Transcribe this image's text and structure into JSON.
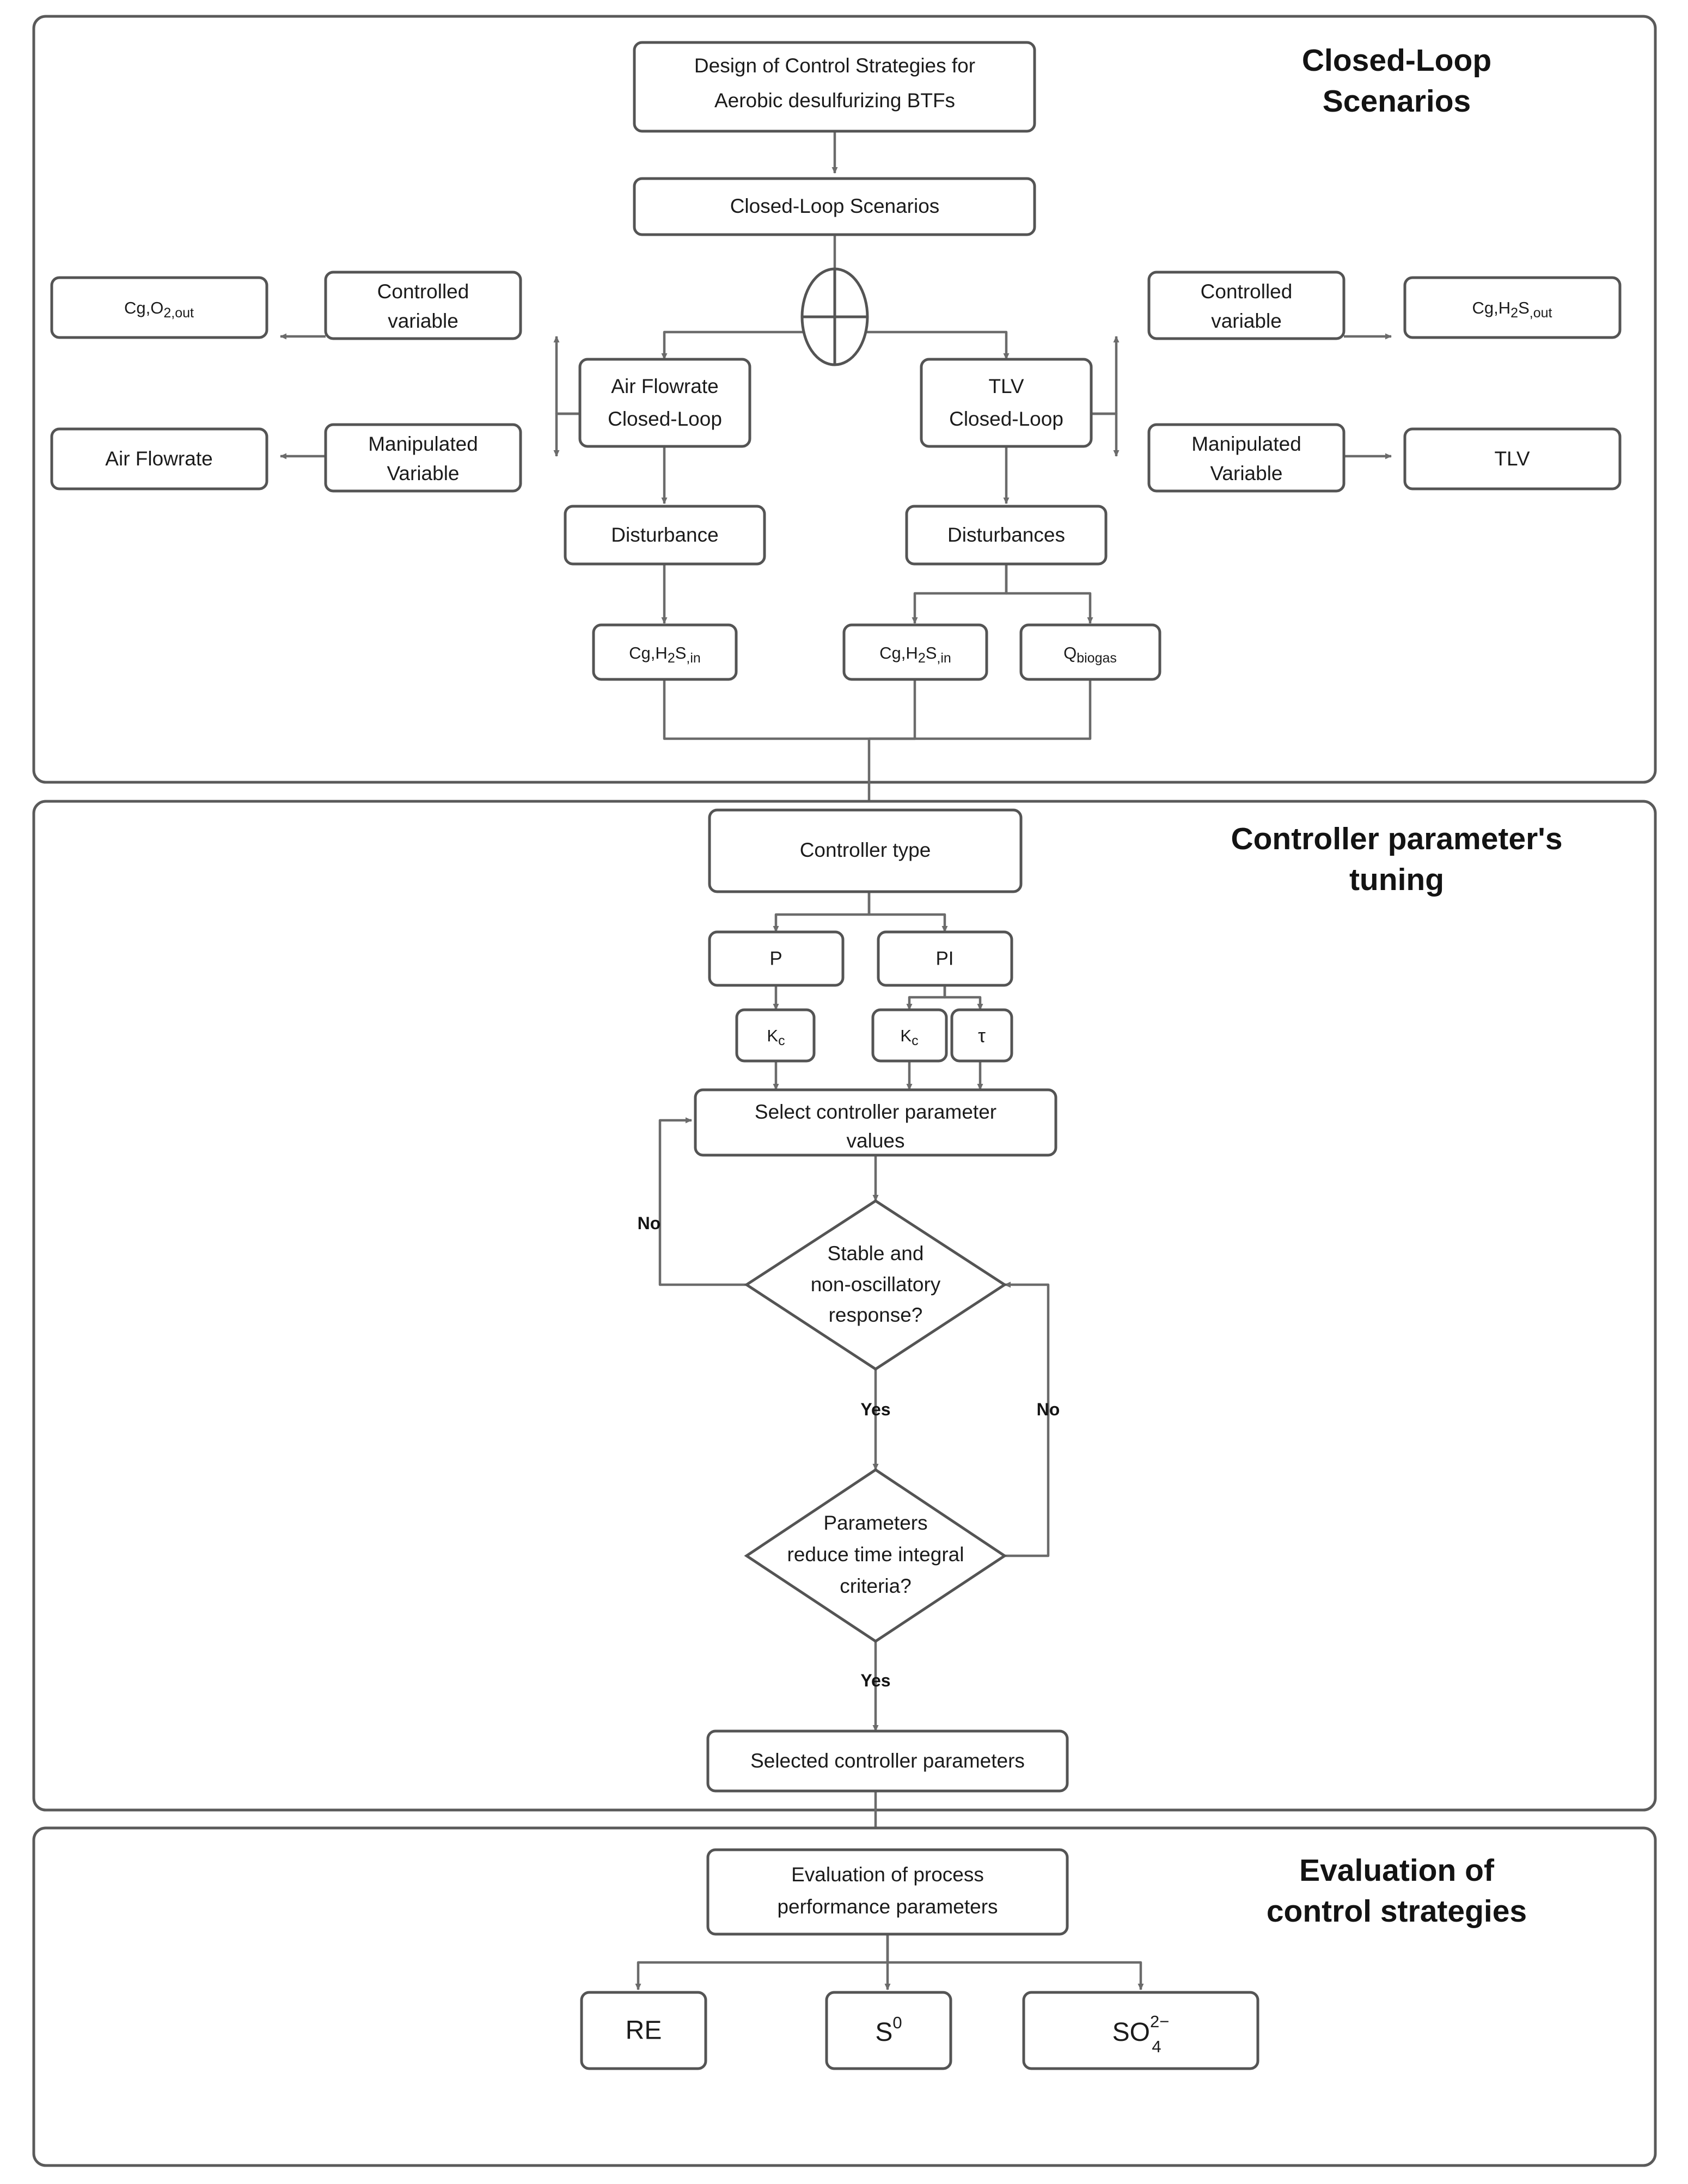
{
  "figure": {
    "type": "flowchart",
    "title": "Design of control strategies flowchart for aerobic desulfurizing BTFs"
  },
  "sections": [
    {
      "id": "closed-loop-scenarios",
      "title_line1": "Closed-Loop",
      "title_line2": "Scenarios"
    },
    {
      "id": "controller-tuning",
      "title_line1": "Controller parameter's",
      "title_line2": "tuning"
    },
    {
      "id": "evaluation",
      "title_line1": "Evaluation of",
      "title_line2": "control strategies"
    }
  ],
  "nodes": {
    "design": {
      "line1": "Design of Control Strategies for",
      "line2": "Aerobic desulfurizing BTFs"
    },
    "scenarios": {
      "label": "Closed-Loop Scenarios"
    },
    "junction": {
      "label": "sum-junction"
    },
    "air_loop": {
      "line1": "Air Flowrate",
      "line2": "Closed-Loop"
    },
    "tlv_loop": {
      "line1": "TLV",
      "line2": "Closed-Loop"
    },
    "left_controlled": {
      "line1": "Controlled",
      "line2": "variable"
    },
    "left_manipulated": {
      "line1": "Manipulated",
      "line2": "Variable"
    },
    "right_controlled": {
      "line1": "Controlled",
      "line2": "variable"
    },
    "right_manipulated": {
      "line1": "Manipulated",
      "line2": "Variable"
    },
    "cg_o2_out": {
      "base": "Cg,O",
      "sub": "2",
      "tail": ",out"
    },
    "cg_h2s_out": {
      "base": "Cg,H",
      "sub": "2",
      "mid": "S",
      "tail": ",out"
    },
    "air_flowrate": {
      "label": "Air Flowrate"
    },
    "tlv": {
      "label": "TLV"
    },
    "disturbance_left": {
      "label": "Disturbance"
    },
    "disturbances_right": {
      "label": "Disturbances"
    },
    "cg_h2s_in_left": {
      "base": "Cg,H",
      "sub": "2",
      "mid": "S",
      "tail": ",in"
    },
    "cg_h2s_in_right": {
      "base": "Cg,H",
      "sub": "2",
      "mid": "S",
      "tail": ",in"
    },
    "qbiogas": {
      "base": "Q",
      "sub": "biogas"
    },
    "controller_type": {
      "label": "Controller type"
    },
    "p": {
      "label": "P"
    },
    "pi": {
      "label": "PI"
    },
    "kc_p": {
      "base": "K",
      "sub": "c"
    },
    "kc_pi": {
      "base": "K",
      "sub": "c"
    },
    "tau": {
      "label": "τ"
    },
    "select_params": {
      "line1": "Select controller parameter",
      "line2": "values"
    },
    "decision_stable": {
      "line1": "Stable and",
      "line2": "non-oscillatory",
      "line3": "response?"
    },
    "decision_criteria": {
      "line1": "Parameters",
      "line2": "reduce time integral",
      "line3": "criteria?"
    },
    "selected_params": {
      "label": "Selected controller parameters"
    },
    "evaluation": {
      "line1": "Evaluation of process",
      "line2": "performance parameters"
    },
    "re": {
      "label": "RE"
    },
    "s0": {
      "base": "S",
      "sup": "0"
    },
    "so4": {
      "base": "SO",
      "sub": "4",
      "sup": "2−"
    }
  },
  "edge_labels": {
    "stable_no": "No",
    "stable_yes": "Yes",
    "criteria_no": "No",
    "criteria_yes": "Yes"
  },
  "colors": {
    "panel_border": "#5a5a5a",
    "box_border": "#545454",
    "connector": "#6b6b6b",
    "text": "#1b1b1b",
    "background": "#ffffff"
  }
}
